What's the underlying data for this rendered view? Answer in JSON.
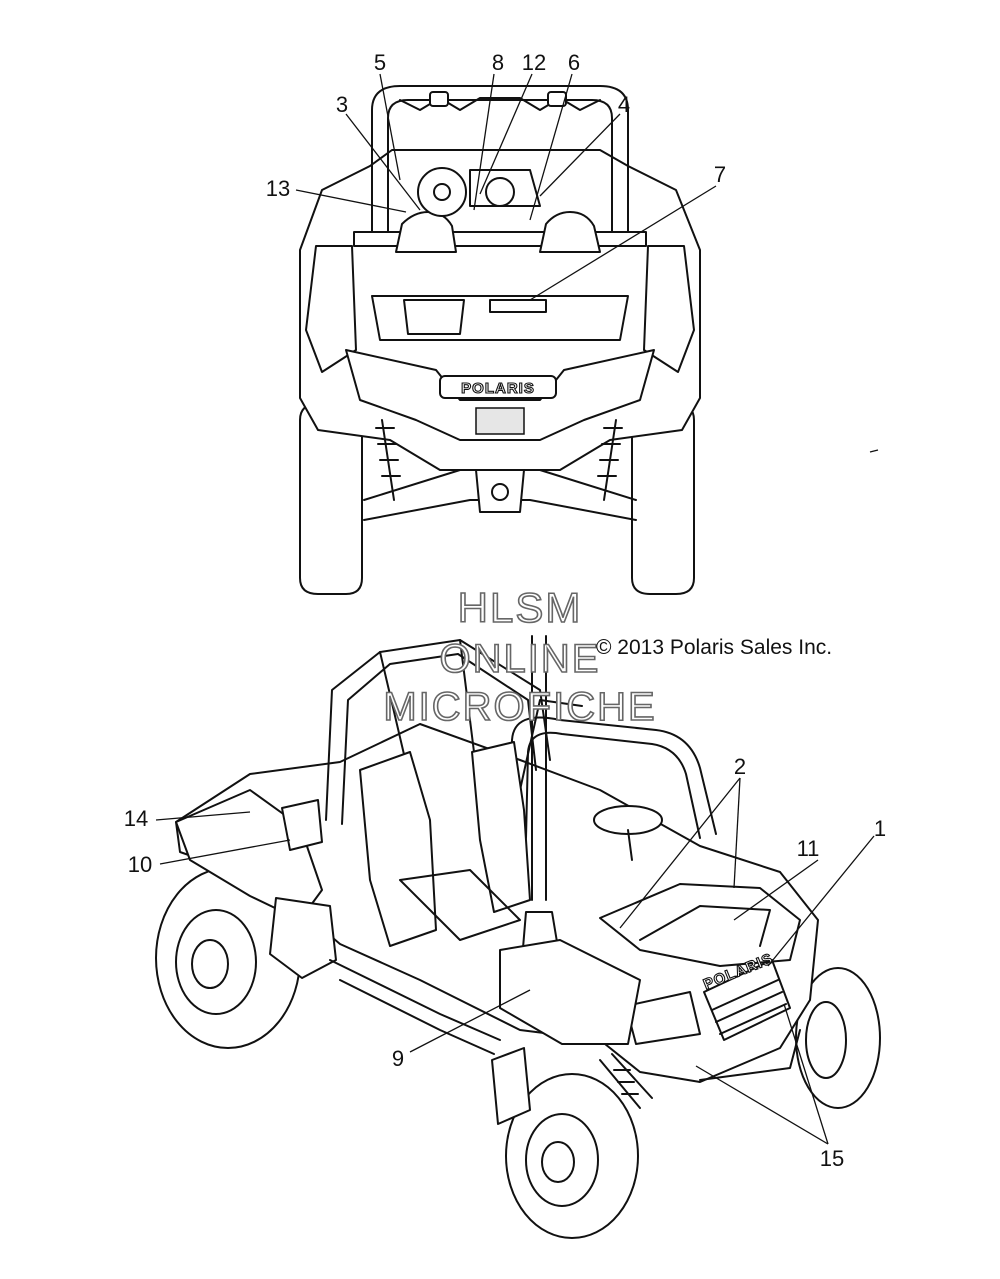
{
  "watermark": {
    "line1": "HLSM",
    "line2": "ONLINE",
    "line3": "MICROFICHE"
  },
  "copyright": "© 2013 Polaris Sales Inc.",
  "brand_badge": "POLARIS",
  "callouts": {
    "c1": "1",
    "c2": "2",
    "c3": "3",
    "c4": "4",
    "c5": "5",
    "c6": "6",
    "c7": "7",
    "c8": "8",
    "c9": "9",
    "c10": "10",
    "c11": "11",
    "c12": "12",
    "c13": "13",
    "c14": "14",
    "c15": "15"
  }
}
